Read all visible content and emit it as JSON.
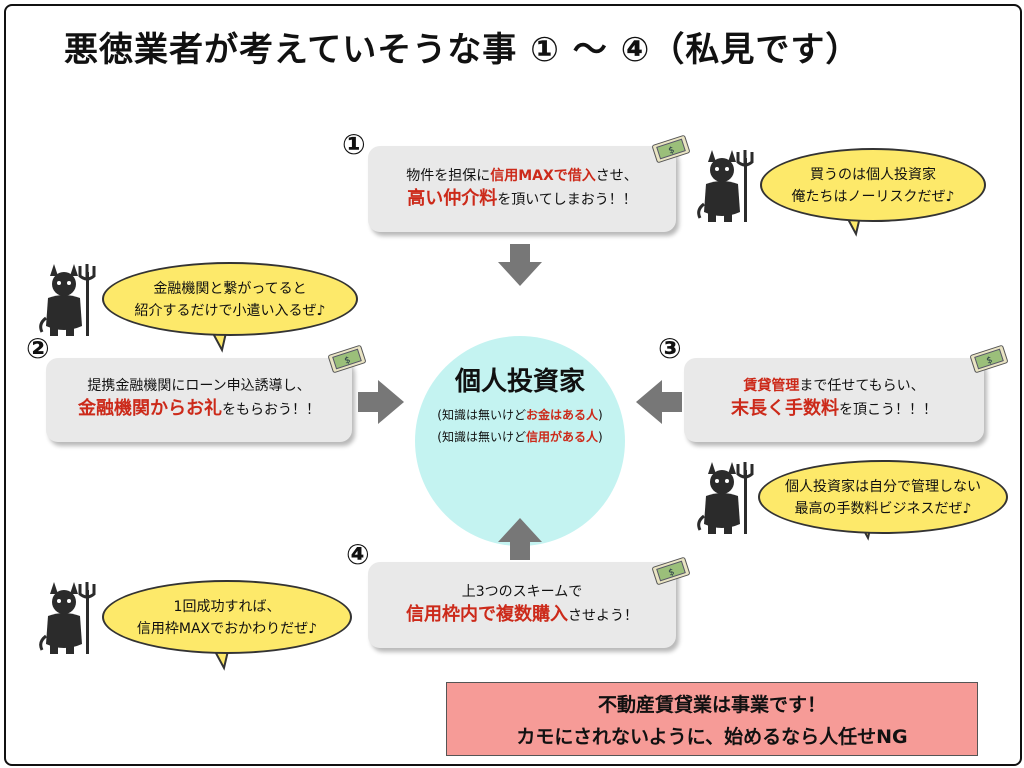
{
  "title": "悪徳業者が考えていそうな事 ① ～ ④（私見です）",
  "center": {
    "title": "個人投資家",
    "line1_pre": "(知識は無いけど",
    "line1_hl": "お金はある人",
    "line1_post": ")",
    "line2_pre": "(知識は無いけど",
    "line2_hl": "信用がある人",
    "line2_post": ")"
  },
  "steps": [
    {
      "number": "①",
      "l1_pre": "物件を担保に",
      "l1_hl": "信用MAXで借入",
      "l1_post": "させ、",
      "l2_hl": "高い仲介料",
      "l2_post": "を頂いてしまおう！！"
    },
    {
      "number": "②",
      "l1_pre": "提携金融機関にローン申込誘導し、",
      "l1_hl": "",
      "l1_post": "",
      "l2_hl": "金融機関からお礼",
      "l2_post": "をもらおう！！"
    },
    {
      "number": "③",
      "l1_pre": "",
      "l1_hl": "賃貸管理",
      "l1_post": "まで任せてもらい、",
      "l2_hl": "末長く手数料",
      "l2_post": "を頂こう！！！"
    },
    {
      "number": "④",
      "l1_pre": "上3つのスキームで",
      "l1_hl": "",
      "l1_post": "",
      "l2_hl": "信用枠内で複数購入",
      "l2_post": "させよう！"
    }
  ],
  "bubbles": [
    {
      "line1": "買うのは個人投資家",
      "line2": "俺たちはノーリスクだぜ♪"
    },
    {
      "line1": "金融機関と繋がってると",
      "line2": "紹介するだけで小遣い入るぜ♪"
    },
    {
      "line1": "個人投資家は自分で管理しない",
      "line2": "最高の手数料ビジネスだぜ♪"
    },
    {
      "line1": "1回成功すれば、",
      "line2": "信用枠MAXでおかわりだぜ♪"
    }
  ],
  "warning": {
    "line1": "不動産賃貸業は事業です！",
    "line2": "カモにされないように、始めるなら人任せNG"
  },
  "colors": {
    "highlight": "#cc2a1a",
    "bubble": "#fde96a",
    "center": "#c4f3f1",
    "box": "#e9e9e9",
    "warning": "#f69b97",
    "arrow": "#777777"
  },
  "icons": [
    "devil-icon",
    "money-icon",
    "arrow-down-icon",
    "arrow-right-icon",
    "arrow-left-icon",
    "arrow-up-icon"
  ]
}
